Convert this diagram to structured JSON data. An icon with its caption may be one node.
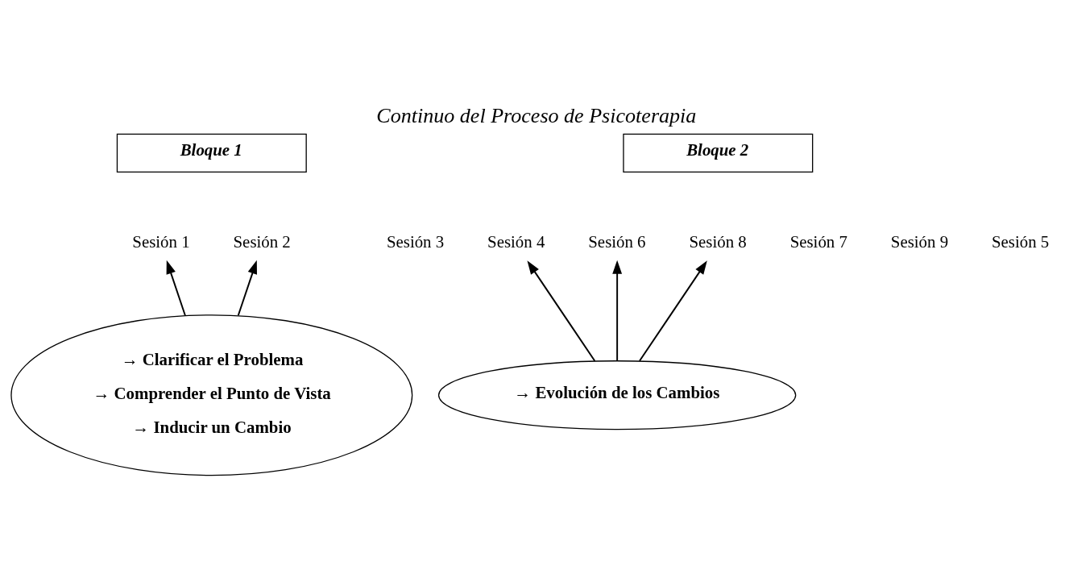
{
  "diagram": {
    "title": "Continuo del Proceso de Psicoterapia",
    "nodes": [
      {
        "text": [
          "Bloque 1"
        ]
      },
      {
        "text": [
          "Bloque 2"
        ]
      },
      {
        "text": [
          "Sesión 1"
        ]
      },
      {
        "text": [
          "Sesión 2"
        ]
      },
      {
        "text": [
          "Sesión 3"
        ]
      },
      {
        "text": [
          "Sesión 4"
        ]
      },
      {
        "text": [
          "Sesión 5"
        ]
      },
      {
        "text": [
          "Sesión 6"
        ]
      },
      {
        "text": [
          "Sesión 7"
        ]
      },
      {
        "text": [
          "Sesión 8"
        ]
      },
      {
        "text": [
          "Sesión 9"
        ]
      },
      {
        "text": [
          "→ Clarificar el Problema",
          "→ Comprender el Punto de Vista",
          "→ Inducir un Cambio"
        ]
      },
      {
        "text": [
          "→ Evolución de los Cambios"
        ]
      }
    ],
    "edges": [
      {
        "from": 11,
        "to": 2,
        "arrow": "to"
      },
      {
        "from": 11,
        "to": 3,
        "arrow": "to"
      },
      {
        "from": 12,
        "to": 5,
        "arrow": "to"
      },
      {
        "from": 12,
        "to": 7,
        "arrow": "to"
      },
      {
        "from": 12,
        "to": 9,
        "arrow": "to"
      }
    ]
  }
}
